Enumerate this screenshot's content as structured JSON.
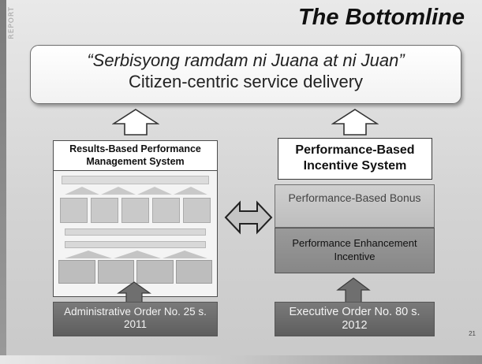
{
  "slide": {
    "title": "The Bottomline",
    "side_label": "REPORT",
    "page_number": "21"
  },
  "motto": {
    "quote": "“Serbisyong ramdam ni Juana at ni Juan”",
    "subtitle": "Citizen-centric service delivery"
  },
  "left_column": {
    "header": "Results-Based Performance Management System",
    "order": "Administrative Order No. 25 s. 2011"
  },
  "right_column": {
    "header": "Performance-Based Incentive System",
    "bonus": "Performance-Based Bonus",
    "incentive": "Performance Enhancement Incentive",
    "order": "Executive Order No. 80 s. 2012"
  },
  "colors": {
    "box_dark": "#6b6b6b",
    "box_mid": "#8f8f8f",
    "box_light": "#c6c6c6",
    "text_dark": "#111111"
  },
  "icons": [
    "up-arrow-icon",
    "double-arrow-icon"
  ]
}
